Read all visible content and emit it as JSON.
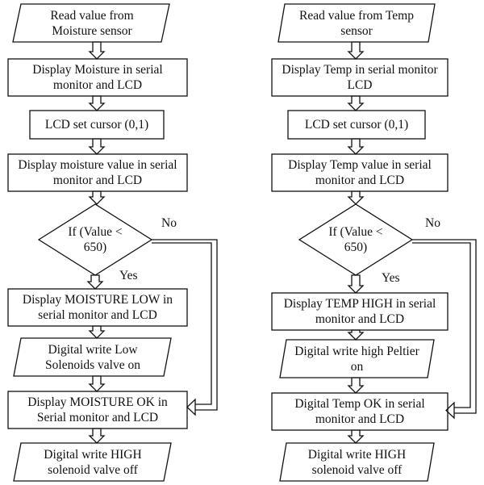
{
  "left": {
    "read": "Read value from\nMoisture sensor",
    "display_label": "Display Moisture in serial\nmonitor and LCD",
    "cursor": "LCD set cursor (0,1)",
    "display_value": "Display moisture value in serial\nmonitor and LCD",
    "decision": "If (Value <\n650)",
    "no": "No",
    "yes": "Yes",
    "low": "Display MOISTURE LOW in\nserial monitor and LCD",
    "write_low": "Digital write Low\nSolenoids valve on",
    "ok": "Display MOISTURE OK in\nSerial monitor and LCD",
    "write_high": "Digital write HIGH\nsolenoid valve off"
  },
  "right": {
    "read": "Read value from Temp\nsensor",
    "display_label": "Display Temp in serial monitor\nLCD",
    "cursor": "LCD set cursor (0,1)",
    "display_value": "Display Temp value in serial\nmonitor and LCD",
    "decision": "If (Value <\n650)",
    "no": "No",
    "yes": "Yes",
    "high": "Display TEMP HIGH in serial\nmonitor and LCD",
    "write_high_peltier": "Digital write high Peltier\non",
    "ok": "Digital Temp OK in serial\nmonitor and LCD",
    "write_high": "Digital write HIGH\nsolenoid valve off"
  }
}
